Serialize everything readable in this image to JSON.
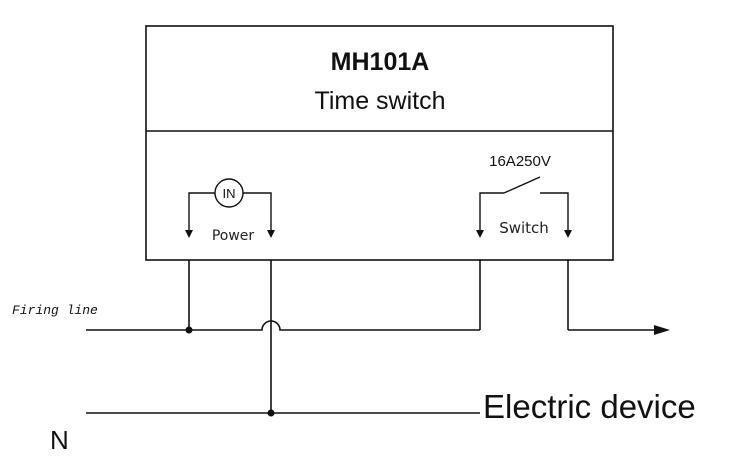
{
  "device": {
    "model": "MH101A",
    "type": "Time switch"
  },
  "power_terminal": {
    "symbol": "IN",
    "label": "Power"
  },
  "switch_terminal": {
    "rating": "16A250V",
    "label": "Switch"
  },
  "lines": {
    "firing_line": "Firing line",
    "neutral": "N",
    "load": "Electric device"
  },
  "colors": {
    "stroke": "#111111",
    "background": "#ffffff"
  }
}
